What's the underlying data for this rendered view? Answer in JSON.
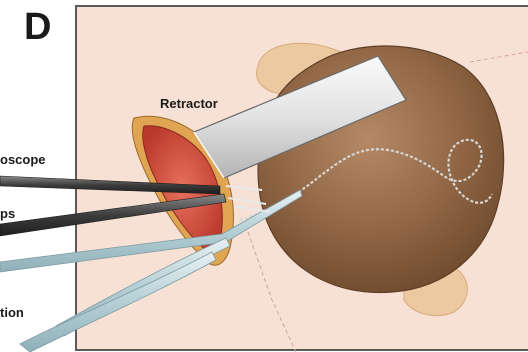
{
  "panel": {
    "letter": "D"
  },
  "labels": {
    "retractor": "Retractor",
    "scope": "oscope",
    "forceps": "ps",
    "suction": "tion"
  },
  "colors": {
    "background": "#f7e1d5",
    "frame": "#5a5a5a",
    "cyst": "#8d6442",
    "cyst_highlight": "#b48a66",
    "fat_lobe": "#edc9a1",
    "incision": "#d2513f",
    "skin_edge": "#e0a553",
    "retractor_blade": "#e4e4e4",
    "instrument_dark": "#3f3f3f",
    "instrument_light": "#b9d3d9"
  }
}
